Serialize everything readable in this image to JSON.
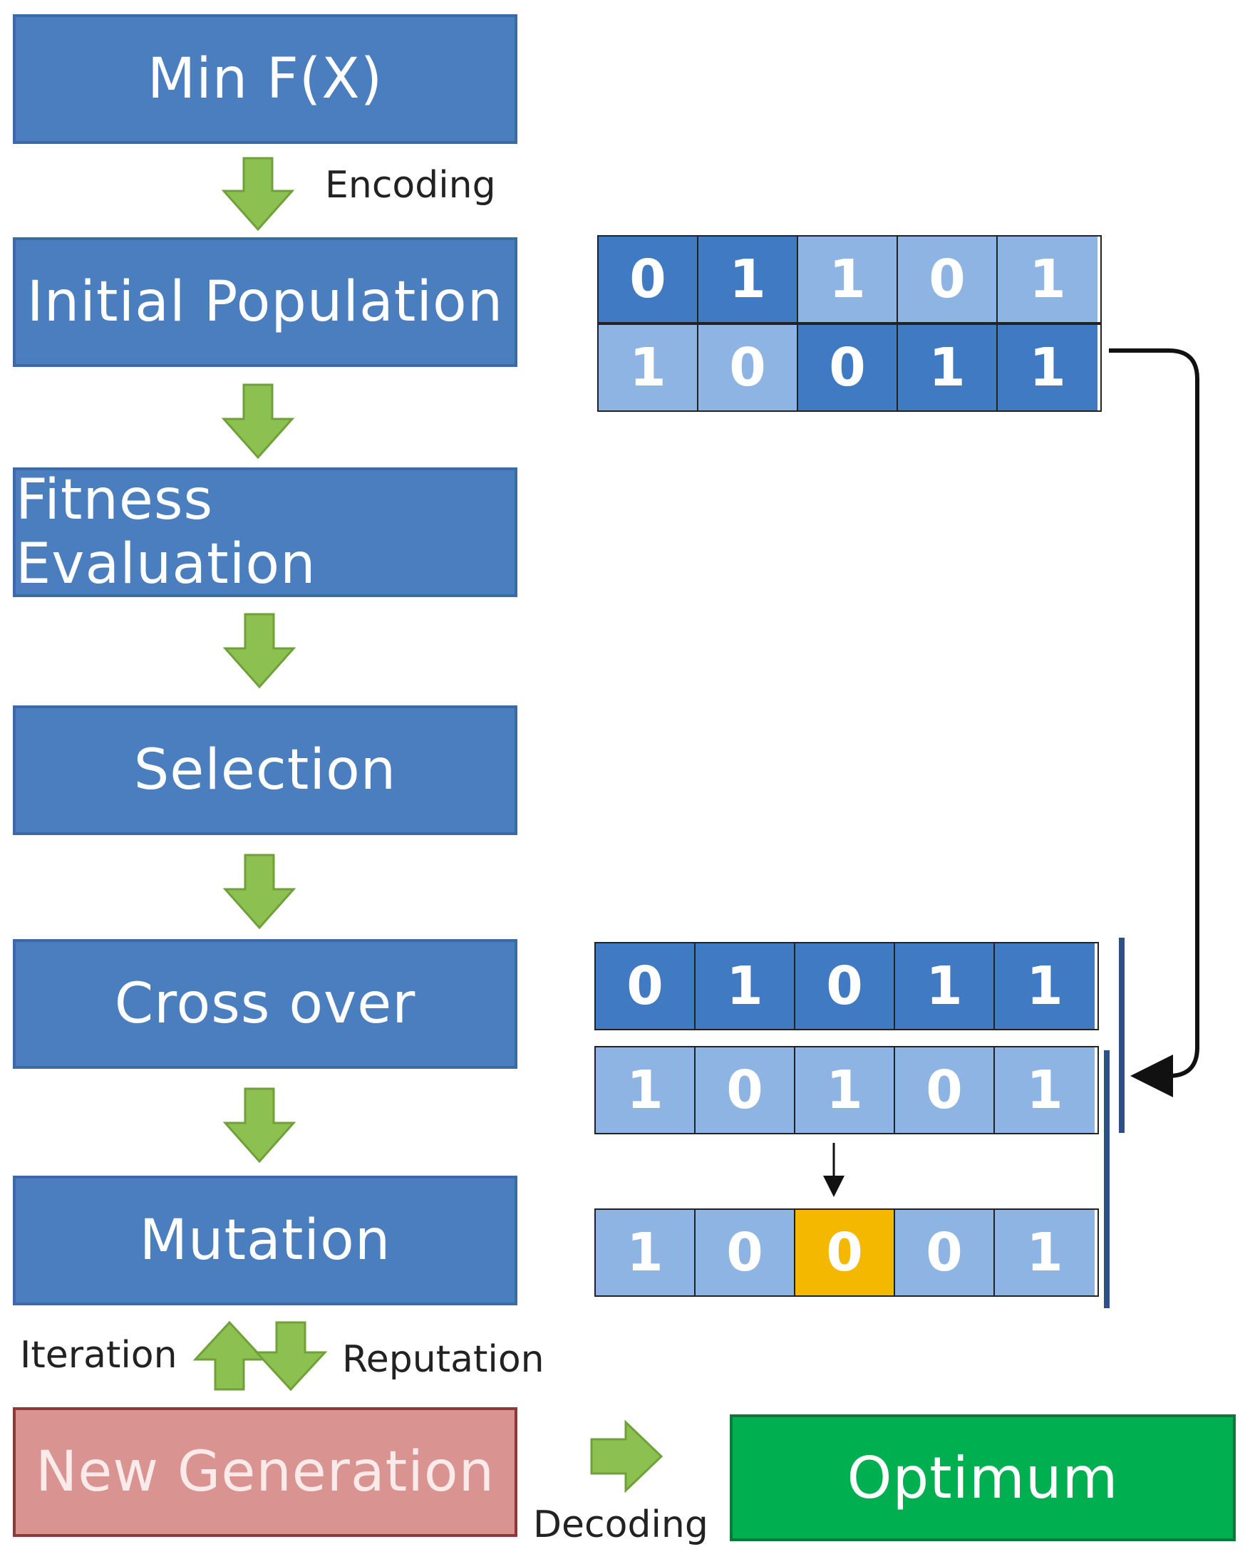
{
  "steps": {
    "min_fx": "Min F(X)",
    "initial_population": "Initial Population",
    "fitness_evaluation": "Fitness Evaluation",
    "selection": "Selection",
    "cross_over": "Cross over",
    "mutation": "Mutation",
    "new_generation": "New Generation"
  },
  "optimum": "Optimum",
  "labels": {
    "encoding": "Encoding",
    "iteration": "Iteration",
    "reputation": "Reputation",
    "decoding": "Decoding"
  },
  "population": {
    "row1": [
      {
        "v": "0",
        "shade": "dark"
      },
      {
        "v": "1",
        "shade": "dark"
      },
      {
        "v": "1",
        "shade": "light"
      },
      {
        "v": "0",
        "shade": "light"
      },
      {
        "v": "1",
        "shade": "light"
      }
    ],
    "row2": [
      {
        "v": "1",
        "shade": "light"
      },
      {
        "v": "0",
        "shade": "light"
      },
      {
        "v": "0",
        "shade": "dark"
      },
      {
        "v": "1",
        "shade": "dark"
      },
      {
        "v": "1",
        "shade": "dark"
      }
    ]
  },
  "crossover": {
    "row1": [
      {
        "v": "0",
        "shade": "dark"
      },
      {
        "v": "1",
        "shade": "dark"
      },
      {
        "v": "0",
        "shade": "dark"
      },
      {
        "v": "1",
        "shade": "dark"
      },
      {
        "v": "1",
        "shade": "dark"
      }
    ],
    "row2": [
      {
        "v": "1",
        "shade": "light"
      },
      {
        "v": "0",
        "shade": "light"
      },
      {
        "v": "1",
        "shade": "light"
      },
      {
        "v": "0",
        "shade": "light"
      },
      {
        "v": "1",
        "shade": "light"
      }
    ]
  },
  "mutation": {
    "row": [
      {
        "v": "1",
        "shade": "light"
      },
      {
        "v": "0",
        "shade": "light"
      },
      {
        "v": "0",
        "shade": "mutated"
      },
      {
        "v": "0",
        "shade": "light"
      },
      {
        "v": "1",
        "shade": "light"
      }
    ]
  },
  "colors": {
    "step_blue": "#4a7ebf",
    "new_generation": "#d99391",
    "optimum_green": "#00b050",
    "arrow_green": "#8cc152",
    "mutated_bit": "#f5b800"
  }
}
